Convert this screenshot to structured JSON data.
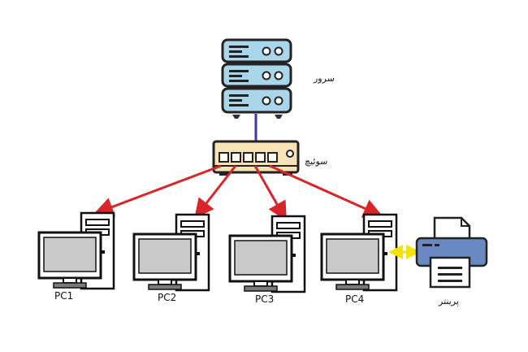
{
  "diagram": {
    "nodes": {
      "server": {
        "label": "سرور",
        "icon": "server-rack-icon"
      },
      "switch": {
        "label": "سوئیچ",
        "icon": "network-switch-icon"
      },
      "pcs": [
        {
          "label": "PC1",
          "icon": "desktop-computer-icon"
        },
        {
          "label": "PC2",
          "icon": "desktop-computer-icon"
        },
        {
          "label": "PC3",
          "icon": "desktop-computer-icon"
        },
        {
          "label": "PC4",
          "icon": "desktop-computer-icon"
        }
      ],
      "printer": {
        "label": "پرینتر",
        "icon": "printer-icon"
      }
    },
    "edges": [
      {
        "from": "server",
        "to": "switch",
        "style": "line"
      },
      {
        "from": "switch",
        "to": "PC1",
        "style": "arrow"
      },
      {
        "from": "switch",
        "to": "PC2",
        "style": "arrow"
      },
      {
        "from": "switch",
        "to": "PC3",
        "style": "arrow"
      },
      {
        "from": "switch",
        "to": "PC4",
        "style": "arrow"
      },
      {
        "from": "PC4",
        "to": "printer",
        "style": "double-arrow"
      }
    ],
    "colors": {
      "server_fill": "#a9d6e9",
      "switch_fill": "#f7e3b5",
      "printer_fill": "#6a88c2",
      "screen_fill": "#c9c9c9",
      "server_link": "#3a3aa8",
      "arrow": "#d7252a",
      "printer_link": "#f2e400"
    }
  }
}
